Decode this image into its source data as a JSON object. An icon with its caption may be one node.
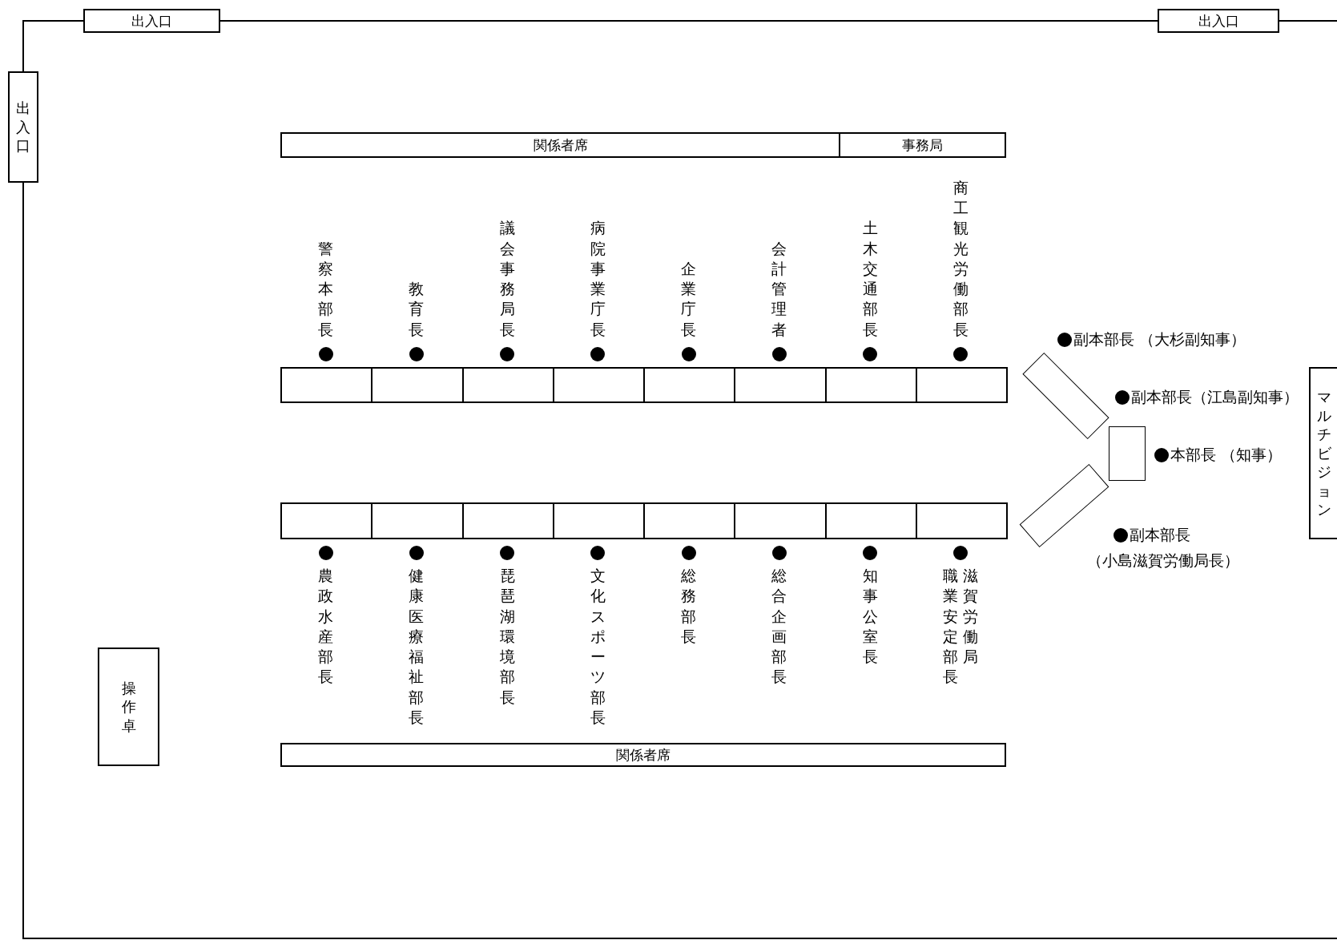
{
  "diagram": {
    "nodes": [
      {
        "text": [
          "出入口"
        ]
      },
      {
        "text": [
          "出入口"
        ]
      },
      {
        "text": [
          "出入口"
        ]
      },
      {
        "text": [
          "関係者席"
        ]
      },
      {
        "text": [
          "事務局"
        ]
      },
      {
        "text": [],
        "shape": "box",
        "beside": [
          "警察本部長"
        ]
      },
      {
        "text": [],
        "shape": "box",
        "beside": [
          "教育長"
        ]
      },
      {
        "text": [],
        "shape": "box",
        "beside": [
          "議会事務局長"
        ]
      },
      {
        "text": [],
        "shape": "box",
        "beside": [
          "病院事業庁長"
        ]
      },
      {
        "text": [],
        "shape": "box",
        "beside": [
          "企業庁長"
        ]
      },
      {
        "text": [],
        "shape": "box",
        "beside": [
          "会計管理者"
        ]
      },
      {
        "text": [],
        "shape": "box",
        "beside": [
          "土木交通部長"
        ]
      },
      {
        "text": [],
        "shape": "box",
        "beside": [
          "商工観光労働部長"
        ]
      },
      {
        "text": [],
        "shape": "box"
      },
      {
        "text": [],
        "shape": "box"
      },
      {
        "text": [],
        "shape": "box"
      },
      {
        "text": [
          "マルチビジョン"
        ]
      },
      {
        "text": [],
        "shape": "box",
        "beside": [
          "農政水産部長"
        ]
      },
      {
        "text": [],
        "shape": "box",
        "beside": [
          "健康医療福祉部長"
        ]
      },
      {
        "text": [],
        "shape": "box",
        "beside": [
          "琵琶湖環境部長"
        ]
      },
      {
        "text": [],
        "shape": "box",
        "beside": [
          "文化スポーツ部長"
        ]
      },
      {
        "text": [],
        "shape": "box",
        "beside": [
          "総務部長"
        ]
      },
      {
        "text": [],
        "shape": "box",
        "beside": [
          "総合企画部長"
        ]
      },
      {
        "text": [],
        "shape": "box",
        "beside": [
          "知事公室長"
        ]
      },
      {
        "text": [],
        "shape": "box",
        "beside": [
          "滋賀労働局職業安定部長"
        ]
      },
      {
        "text": [
          "関係者席"
        ]
      },
      {
        "text": [
          "操作卓"
        ]
      }
    ],
    "labels": [
      "副本部長 （大杉副知事）",
      "副本部長（江島副知事）",
      "本部長 （知事）",
      "副本部長",
      "（小島滋賀労働局長）"
    ]
  }
}
